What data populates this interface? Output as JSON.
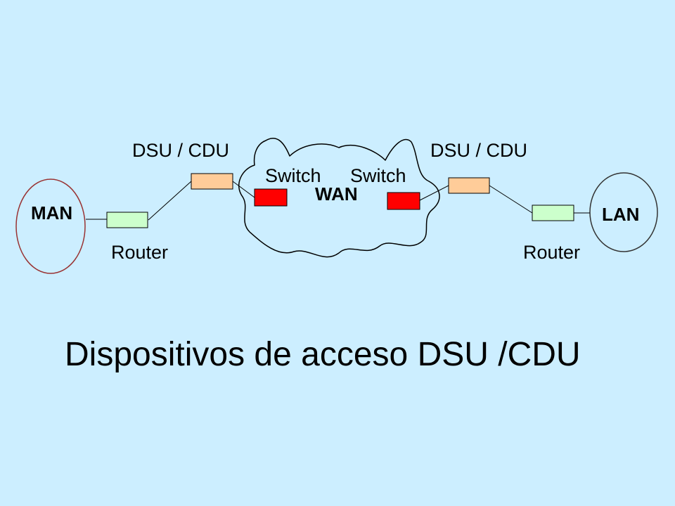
{
  "diagram": {
    "title": "Dispositivos de acceso DSU /CDU",
    "cloud_label": "WAN",
    "nodes": {
      "man": {
        "label": "MAN"
      },
      "lan": {
        "label": "LAN"
      },
      "router_left": {
        "label": "Router"
      },
      "router_right": {
        "label": "Router"
      },
      "dsu_left": {
        "label": "DSU / CDU"
      },
      "dsu_right": {
        "label": "DSU / CDU"
      },
      "switch_left": {
        "label": "Switch"
      },
      "switch_right": {
        "label": "Switch"
      }
    },
    "colors": {
      "background": "#cceeff",
      "router_fill": "#ccffcc",
      "dsu_fill": "#ffcc99",
      "switch_fill": "#ff0000",
      "man_outline": "#993333",
      "lan_outline": "#333333"
    }
  }
}
